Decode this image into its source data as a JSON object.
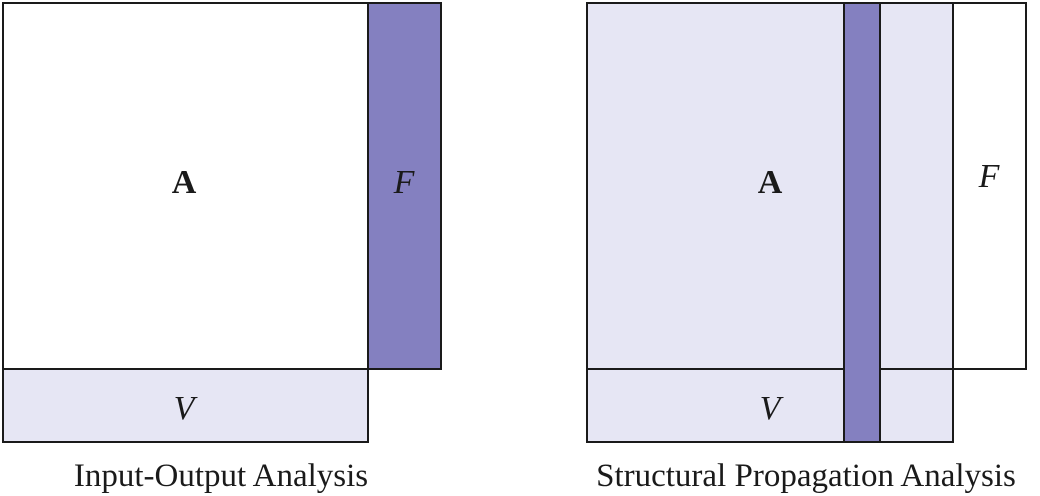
{
  "colors": {
    "light": "#e6e6f4",
    "dark": "#8480c0",
    "white": "#ffffff",
    "outline": "#1a1a1a"
  },
  "left_diagram": {
    "matrix_label": "A",
    "final_demand_label": "F",
    "value_added_label": "V",
    "caption": "Input-Output Analysis"
  },
  "right_diagram": {
    "matrix_label": "A",
    "final_demand_label": "F",
    "value_added_label": "V",
    "caption": "Structural Propagation Analysis"
  }
}
